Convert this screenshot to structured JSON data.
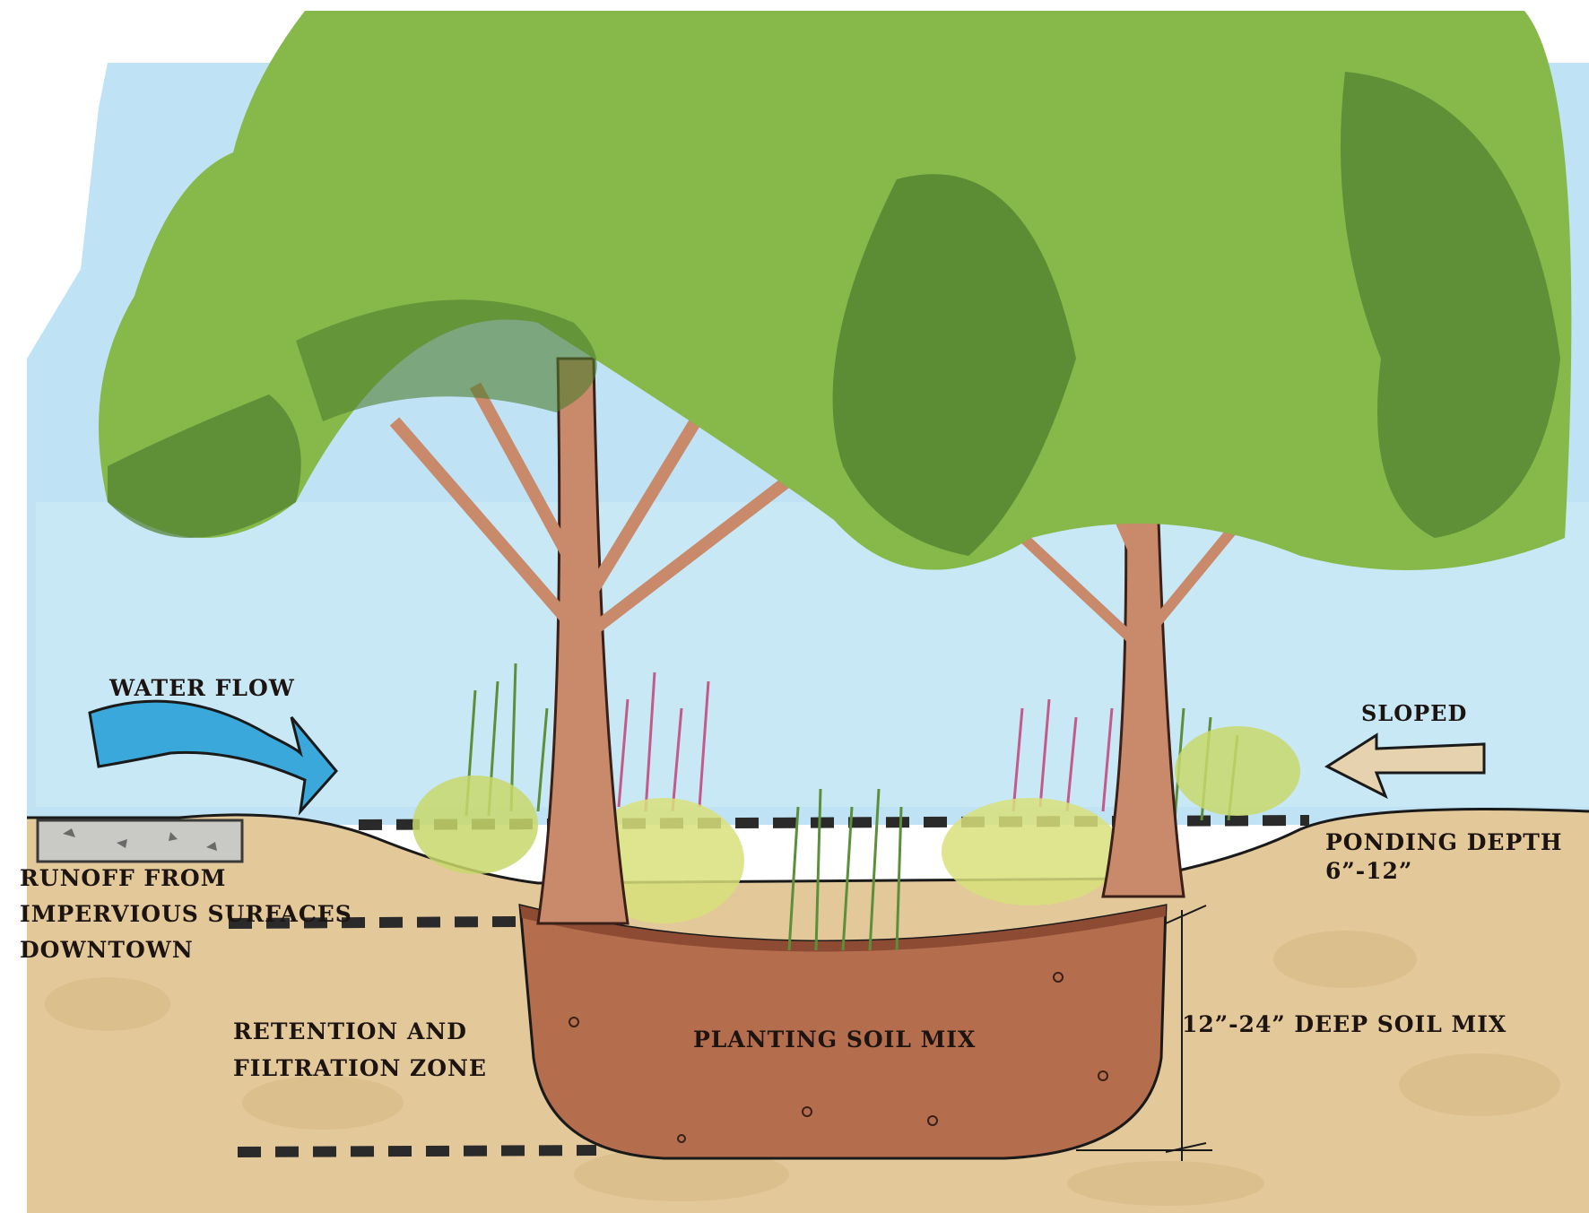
{
  "labels": {
    "water_flow": "WATER FLOW",
    "sloped": "SLOPED",
    "ponding_depth_line1": "PONDING DEPTH",
    "ponding_depth_line2": "6”-12”",
    "runoff_line1": "RUNOFF FROM",
    "runoff_line2": "IMPERVIOUS SURFACES",
    "runoff_line3": "DOWNTOWN",
    "retention_line1": "RETENTION AND",
    "retention_line2": "FILTRATION ZONE",
    "planting_soil_mix": "PLANTING SOIL MIX",
    "deep_soil_mix": "12”-24” DEEP SOIL MIX"
  },
  "colors": {
    "sky": "#bfe3f4",
    "canopy_light": "#86b84a",
    "canopy_dark": "#4e7d2e",
    "trunk": "#c98a6c",
    "soil": "#e3c89a",
    "soil_mix": "#b46d4d",
    "water_arrow": "#3aa8da",
    "slope_arrow": "#e6d2ae",
    "dash_line": "#2a2a2a"
  }
}
